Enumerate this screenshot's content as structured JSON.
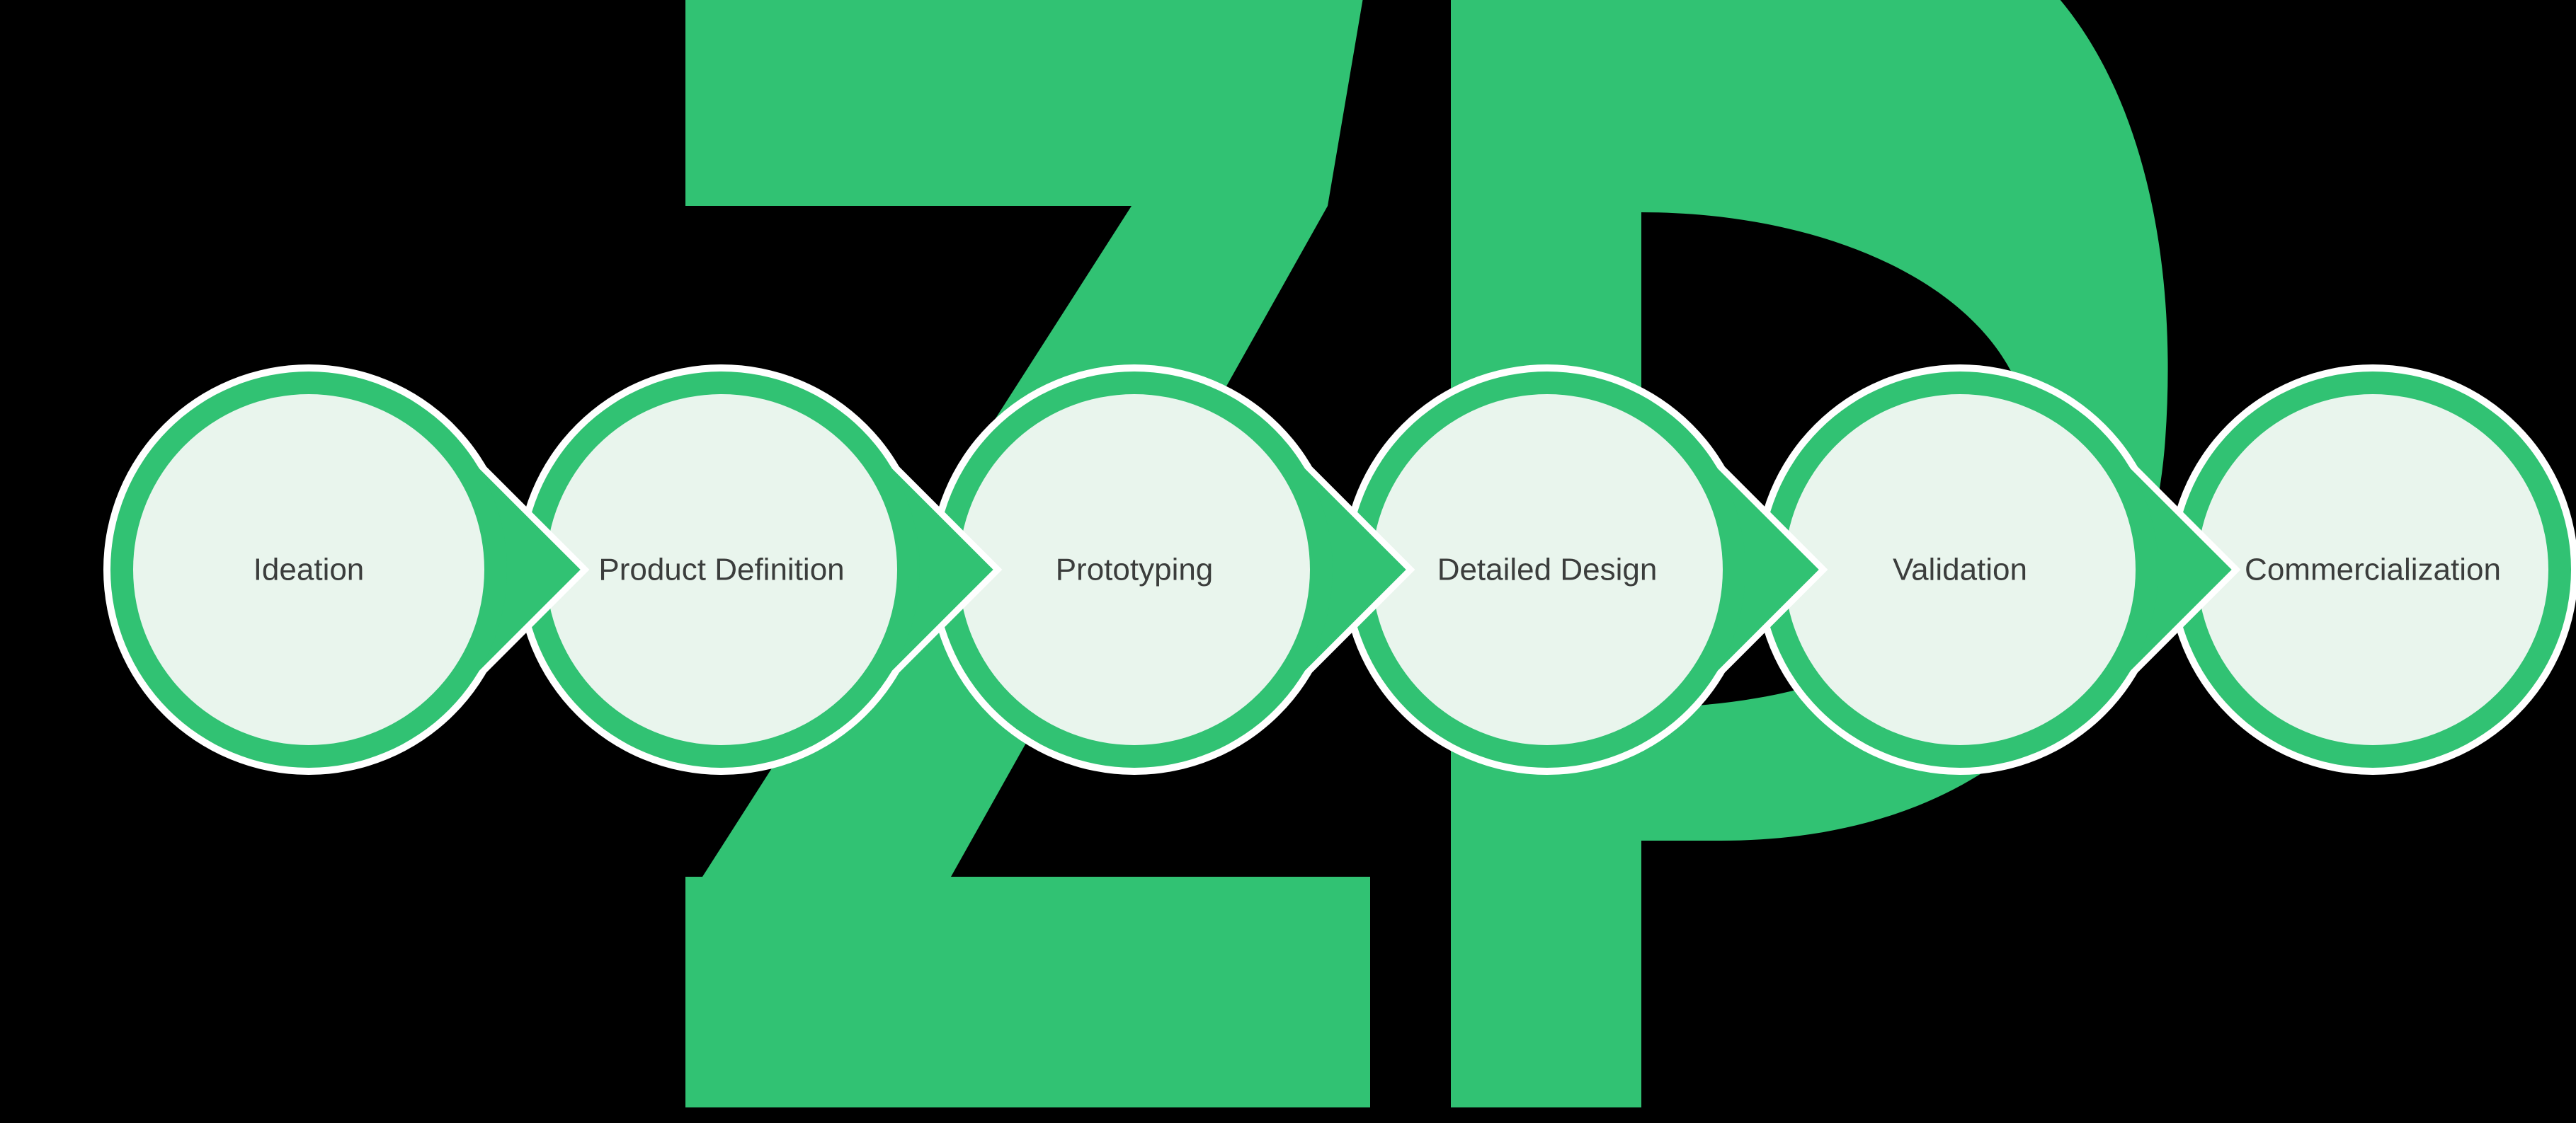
{
  "diagram": {
    "type": "process-flow",
    "direction": "left-to-right",
    "steps": [
      {
        "label": "Ideation"
      },
      {
        "label": "Product Definition"
      },
      {
        "label": "Prototyping"
      },
      {
        "label": "Detailed Design"
      },
      {
        "label": "Validation"
      },
      {
        "label": "Commercialization"
      }
    ],
    "watermark": {
      "letters": [
        "Z",
        "P"
      ]
    },
    "colors": {
      "background": "#000000",
      "accent_green": "#31C273",
      "circle_fill": "#E9F5ED",
      "outline_white": "#FFFFFF",
      "label_text": "#3B3D3C"
    }
  }
}
